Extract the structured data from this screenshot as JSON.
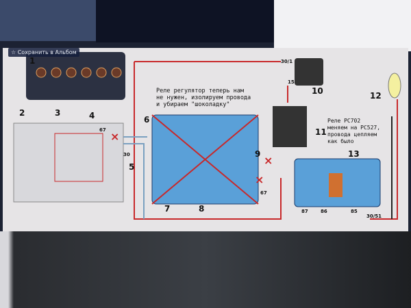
{
  "overlay": {
    "save_label": "Сохранить в Альбом",
    "icon": "star-icon"
  },
  "notes": {
    "regulator": "Реле регулятор теперь нам\nне нужен, изолируем провода\nи убираем \"шоколадку\"",
    "relay": "Реле РС702\nменяем на РС527,\nпровода цепляем\nкак было"
  },
  "labels": [
    "1",
    "2",
    "3",
    "4",
    "5",
    "6",
    "7",
    "8",
    "9",
    "10",
    "11",
    "12",
    "13"
  ],
  "terminals": {
    "t30_1": "30/1",
    "t15": "15",
    "t30": "30",
    "t67a": "67",
    "t67b": "67",
    "t87": "87",
    "t86": "86",
    "t85": "85",
    "t30_51": "30/51"
  },
  "colors": {
    "wire_red": "#c8282a",
    "module_blue": "#5aa0d8",
    "panel": "#e6e4e6"
  }
}
